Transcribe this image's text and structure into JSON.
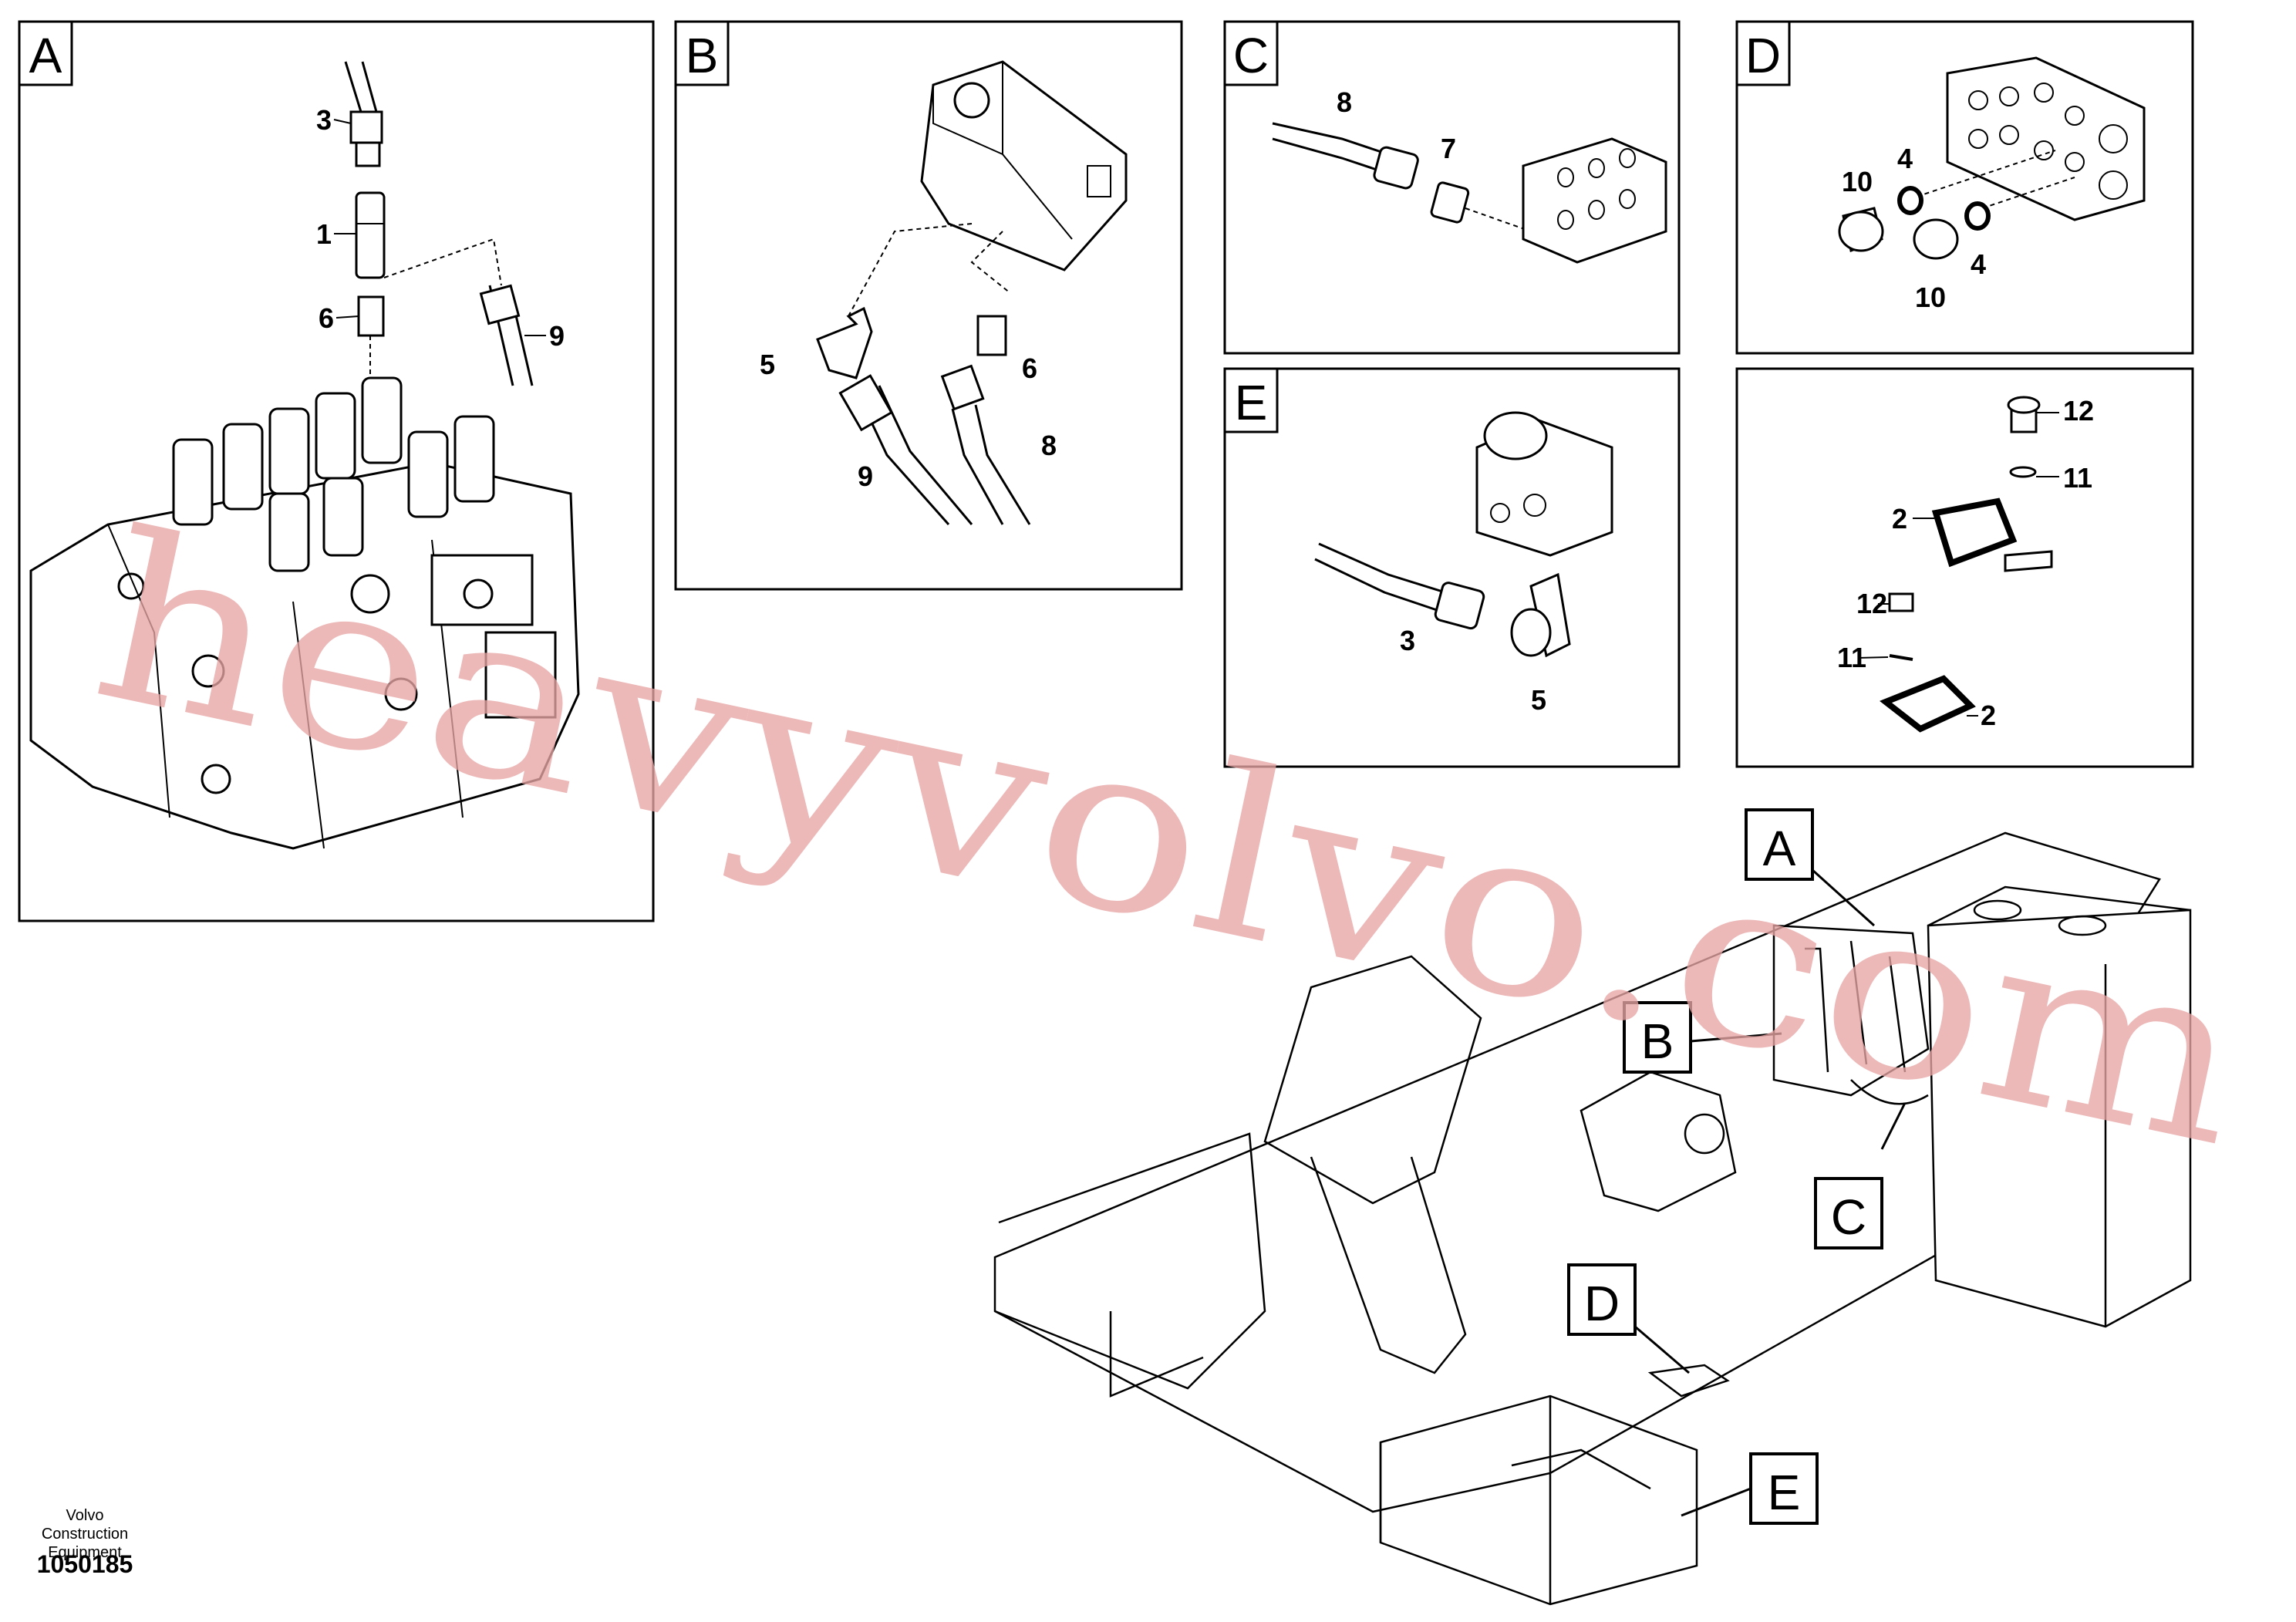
{
  "panels": [
    {
      "letter": "A",
      "parts": [
        "3",
        "1",
        "6",
        "9"
      ]
    },
    {
      "letter": "B",
      "parts": [
        "5",
        "6",
        "9",
        "8"
      ]
    },
    {
      "letter": "C",
      "parts": [
        "8",
        "7"
      ]
    },
    {
      "letter": "D",
      "parts": [
        "10",
        "4",
        "4",
        "10"
      ]
    },
    {
      "letter": "E",
      "parts": [
        "3",
        "5"
      ]
    },
    {
      "letter": "",
      "parts": [
        "12",
        "11",
        "2",
        "12",
        "11",
        "2"
      ]
    }
  ],
  "callouts": [
    "A",
    "B",
    "C",
    "D",
    "E"
  ],
  "footer": {
    "company": "Volvo Construction Equipment",
    "doc_number": "1050185"
  },
  "watermark": "heavyvolvo.com"
}
